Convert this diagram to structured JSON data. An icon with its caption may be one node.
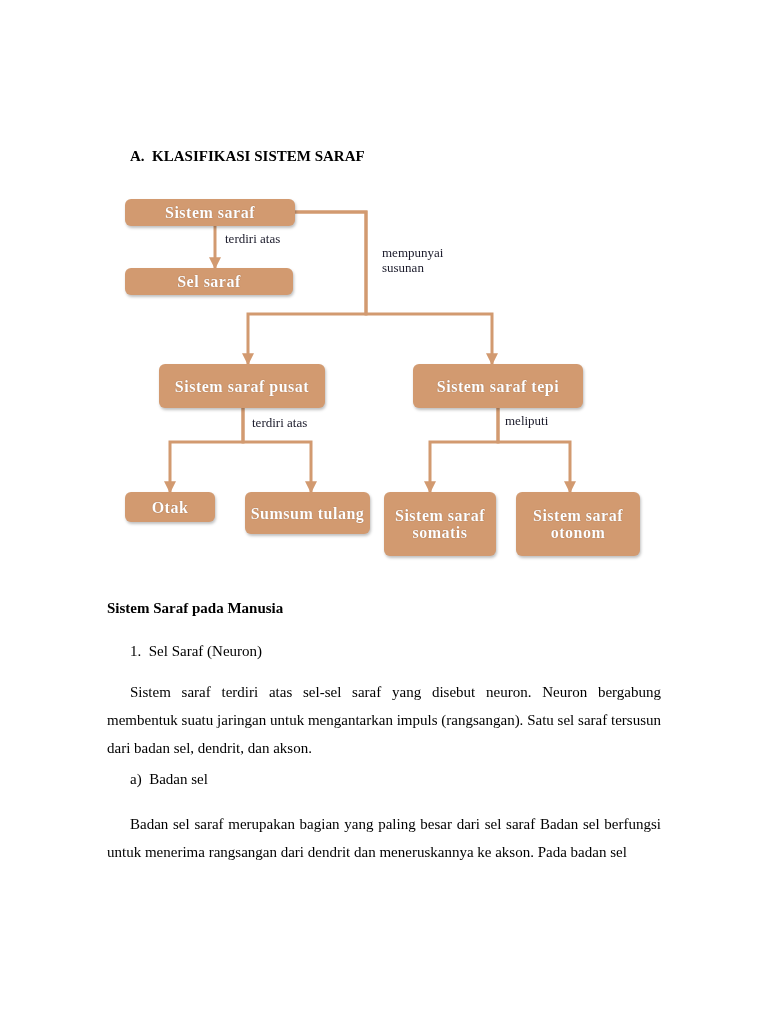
{
  "diagram": {
    "title": "A.  KLASIFIKASI SISTEM SARAF",
    "nodes": [
      {
        "text": [
          "Sistem saraf"
        ]
      },
      {
        "text": [
          "Sel saraf"
        ]
      },
      {
        "text": [
          "Sistem saraf pusat"
        ]
      },
      {
        "text": [
          "Sistem saraf tepi"
        ]
      },
      {
        "text": [
          "Otak"
        ]
      },
      {
        "text": [
          "Sumsum tulang"
        ]
      },
      {
        "text": [
          "Sistem saraf somatis"
        ]
      },
      {
        "text": [
          "Sistem saraf otonom"
        ]
      }
    ],
    "edges": [
      {
        "from": 0,
        "to": 1,
        "arrow": "to",
        "label": "terdiri atas"
      },
      {
        "from": 0,
        "to": 2,
        "arrow": "to",
        "label": "mempunyai susunan"
      },
      {
        "from": 0,
        "to": 3,
        "arrow": "to"
      },
      {
        "from": 2,
        "to": 4,
        "arrow": "to",
        "label": "terdiri atas"
      },
      {
        "from": 2,
        "to": 5,
        "arrow": "to"
      },
      {
        "from": 3,
        "to": 6,
        "arrow": "to",
        "label": "meliputi"
      },
      {
        "from": 3,
        "to": 7,
        "arrow": "to"
      }
    ],
    "labels": [
      "Sistem Saraf pada Manusia",
      "1.  Sel Saraf (Neuron)",
      "Sistem saraf terdiri atas sel-sel saraf yang disebut neuron. Neuron bergabung membentuk suatu jaringan untuk mengantarkan impuls (rangsangan). Satu sel saraf tersusun dari badan sel, dendrit, dan akson.",
      "a)  Badan sel",
      "Badan sel saraf merupakan bagian yang paling besar dari sel saraf Badan sel berfungsi untuk menerima rangsangan dari dendrit dan meneruskannya ke akson. Pada badan sel"
    ]
  }
}
